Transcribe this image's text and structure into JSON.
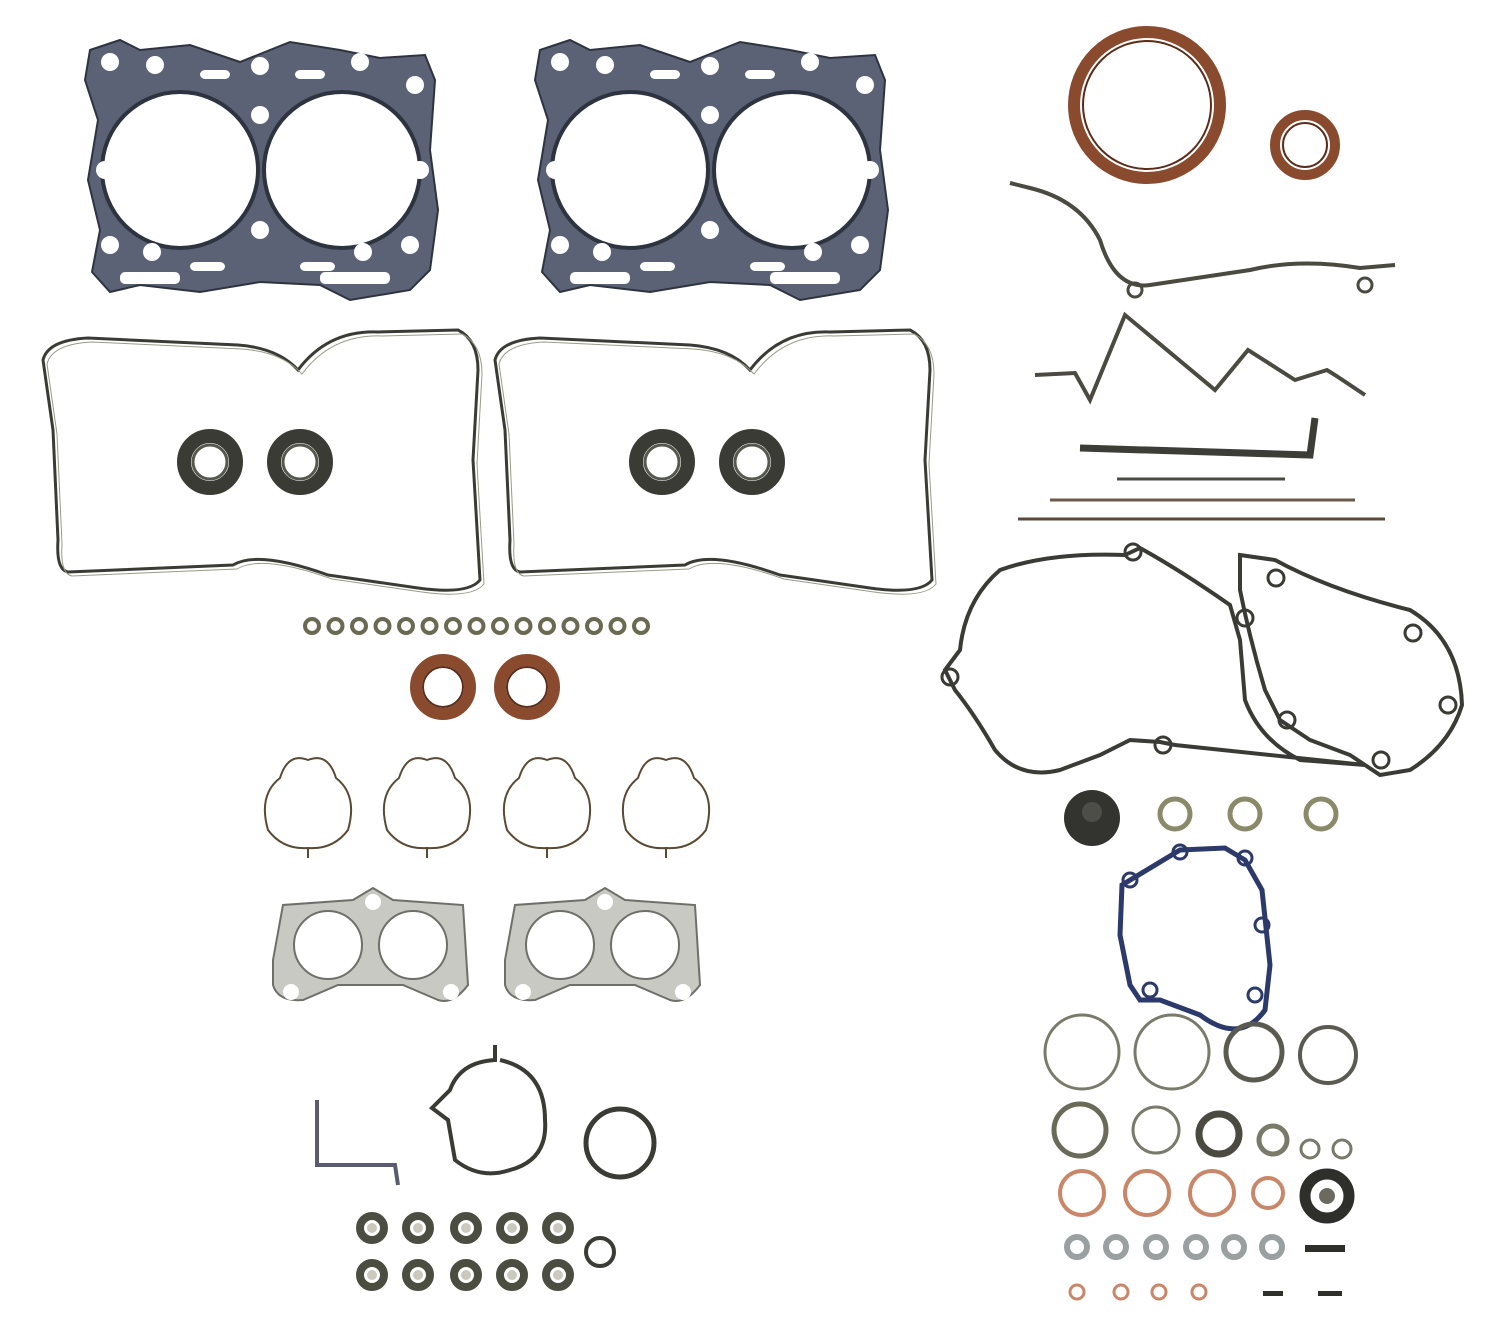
{
  "image": {
    "subject": "engine-gasket-kit-parts-layout",
    "background_color": "#ffffff"
  },
  "colors": {
    "head_gasket": "#5b6275",
    "head_gasket_edge": "#2e3340",
    "rubber": "#3b3b36",
    "rubber_light": "#55584c",
    "seal_brown": "#8a4a2e",
    "seal_brown_dark": "#5a2c1a",
    "copper": "#c9876a",
    "steel": "#9aa0a0",
    "navy_gasket": "#2c3a6b"
  },
  "parts": {
    "cylinder_head_gaskets": 2,
    "valve_cover_gaskets": 2,
    "spark_plug_tube_seals": 4,
    "small_o_rings_row": 15,
    "camshaft_seals": 2,
    "intake_manifold_gaskets": 4,
    "exhaust_manifold_gaskets": 2,
    "valve_stem_seals": 10,
    "crankshaft_seals": 2,
    "water_pump_gasket": 1,
    "assorted_o_rings_and_washers": 32
  }
}
